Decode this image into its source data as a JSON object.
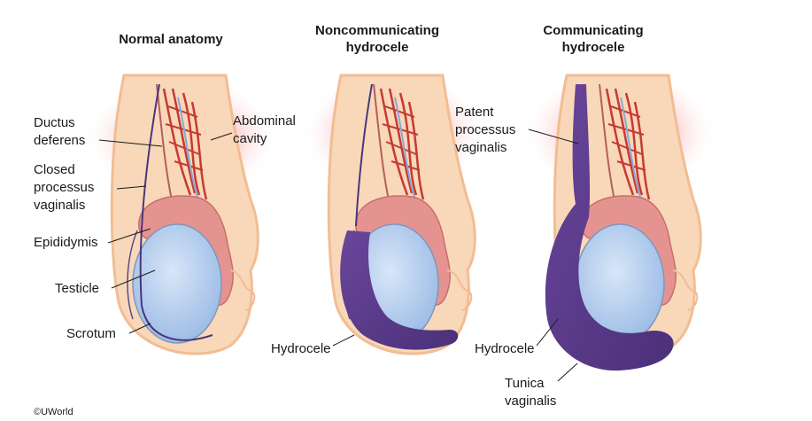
{
  "panels": [
    {
      "title_lines": [
        "Normal anatomy"
      ]
    },
    {
      "title_lines": [
        "Noncommunicating",
        "hydrocele"
      ]
    },
    {
      "title_lines": [
        "Communicating",
        "hydrocele"
      ]
    }
  ],
  "labels": {
    "ductus_deferens": [
      "Ductus",
      "deferens"
    ],
    "abdominal_cavity": [
      "Abdominal",
      "cavity"
    ],
    "closed_processus_vaginalis": [
      "Closed",
      "processus",
      "vaginalis"
    ],
    "epididymis": [
      "Epididymis"
    ],
    "testicle": [
      "Testicle"
    ],
    "scrotum": [
      "Scrotum"
    ],
    "hydrocele_noncommunicating": [
      "Hydrocele"
    ],
    "patent_processus_vaginalis": [
      "Patent",
      "processus",
      "vaginalis"
    ],
    "hydrocele_communicating": [
      "Hydrocele"
    ],
    "tunica_vaginalis": [
      "Tunica",
      "vaginalis"
    ]
  },
  "copyright": "©UWorld",
  "colors": {
    "abdomen_pink": "#f8a4a6",
    "scrotum_skin": "#f8d8b8",
    "scrotum_outline": "#f2bd94",
    "testis_blue": "#a9c5ea",
    "epididymis": "#e59391",
    "vessel_red": "#c63a34",
    "hydrocele_purple": "#5e3b8b",
    "processus_purple": "#4a3680"
  }
}
